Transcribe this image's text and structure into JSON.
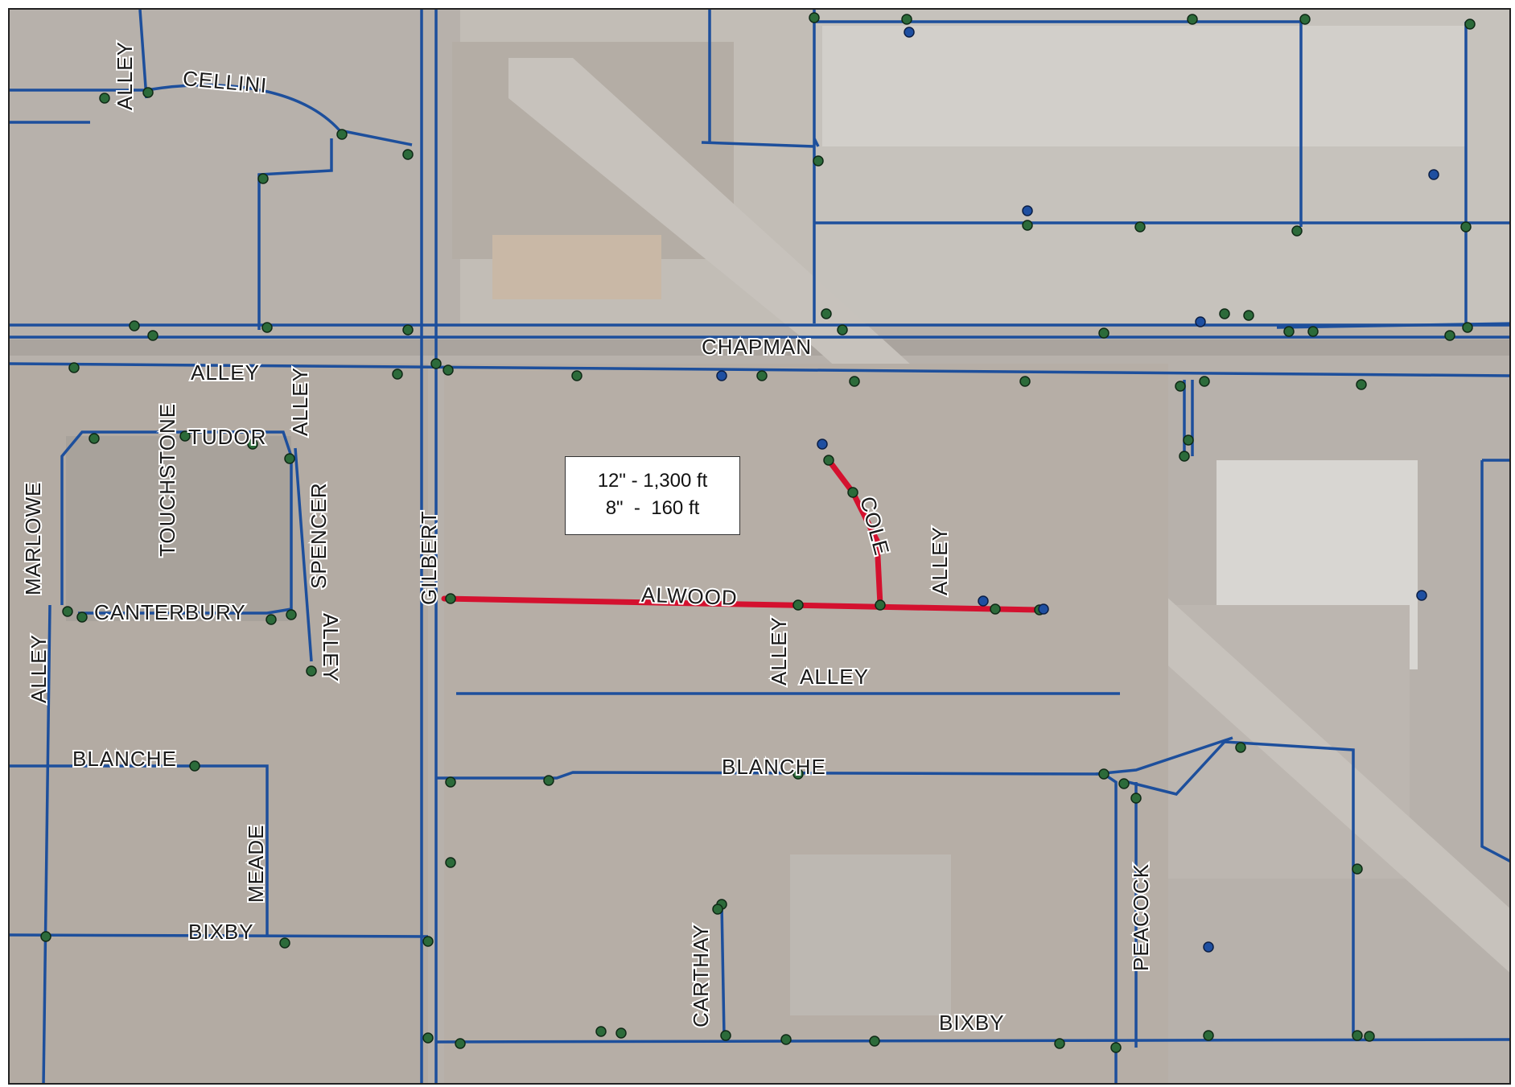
{
  "map": {
    "callout": {
      "line1": "12\" - 1,300 ft",
      "line2": "8\"  -  160 ft"
    },
    "colors": {
      "water_main": "#1d4f9c",
      "proposed_main": "#d4112f",
      "node_fill": "#2c6b3a",
      "hydrant_fill": "#1e4fa1",
      "aerial_base": "#b9b3ad"
    },
    "streets": {
      "cellini": "CELLINI",
      "alley_top": "ALLEY",
      "chapman": "CHAPMAN",
      "alley_chapman": "ALLEY",
      "alley_spencer_top": "ALLEY",
      "tudor": "TUDOR",
      "touchstone": "TOUCHSTONE",
      "marlowe": "MARLOWE",
      "spencer": "SPENCER",
      "canterbury": "CANTERBURY",
      "alley_left": "ALLEY",
      "alley_spencer_bottom": "ALLEY",
      "gilbert": "GILBERT",
      "alwood": "ALWOOD",
      "cole": "COLE",
      "alley_cole": "ALLEY",
      "alley_vertical_mid": "ALLEY",
      "alley_mid": "ALLEY",
      "blanche_west": "BLANCHE",
      "blanche_east": "BLANCHE",
      "meade": "MEADE",
      "bixby_west": "BIXBY",
      "bixby_east": "BIXBY",
      "carthay": "CARTHAY",
      "peacock": "PEACOCK"
    }
  }
}
